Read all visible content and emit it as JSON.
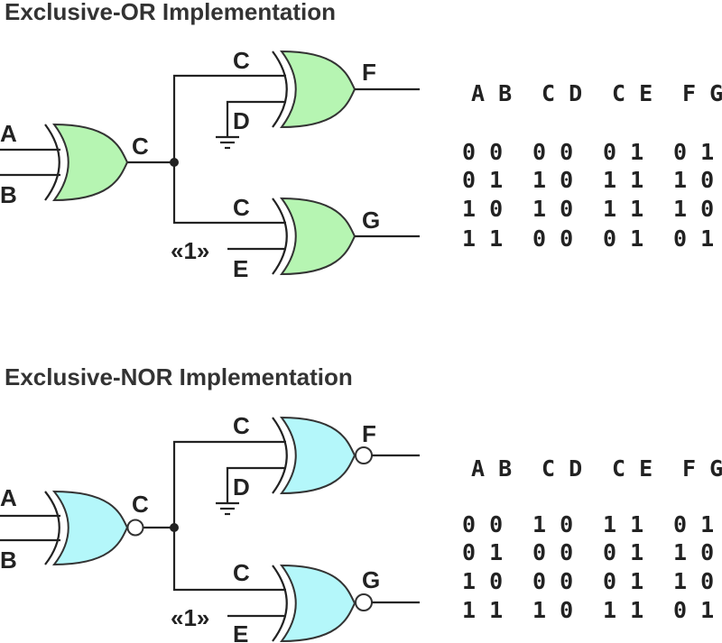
{
  "colors": {
    "xor_fill": "#b6f5b2",
    "xnor_fill": "#b4f7fa",
    "wire": "#222222"
  },
  "sections": [
    {
      "title": "Exclusive-OR Implementation",
      "gate_type": "xor",
      "labels": {
        "a": "A",
        "b": "B",
        "c_out": "C",
        "c_top": "C",
        "d": "D",
        "f": "F",
        "c_bottom": "C",
        "one": "«1»",
        "e": "E",
        "g": "G"
      },
      "table": {
        "headers": [
          "A B",
          "C D",
          "C E",
          "F G"
        ],
        "rows": [
          [
            "0 0",
            "0 0",
            "0 1",
            "0 1"
          ],
          [
            "0 1",
            "1 0",
            "1 1",
            "1 0"
          ],
          [
            "1 0",
            "1 0",
            "1 1",
            "1 0"
          ],
          [
            "1 1",
            "0 0",
            "0 1",
            "0 1"
          ]
        ]
      }
    },
    {
      "title": "Exclusive-NOR Implementation",
      "gate_type": "xnor",
      "labels": {
        "a": "A",
        "b": "B",
        "c_out": "C",
        "c_top": "C",
        "d": "D",
        "f": "F",
        "c_bottom": "C",
        "one": "«1»",
        "e": "E",
        "g": "G"
      },
      "table": {
        "headers": [
          "A B",
          "C D",
          "C E",
          "F G"
        ],
        "rows": [
          [
            "0 0",
            "1 0",
            "1 1",
            "0 1"
          ],
          [
            "0 1",
            "0 0",
            "0 1",
            "1 0"
          ],
          [
            "1 0",
            "0 0",
            "0 1",
            "1 0"
          ],
          [
            "1 1",
            "1 0",
            "1 1",
            "0 1"
          ]
        ]
      }
    }
  ]
}
